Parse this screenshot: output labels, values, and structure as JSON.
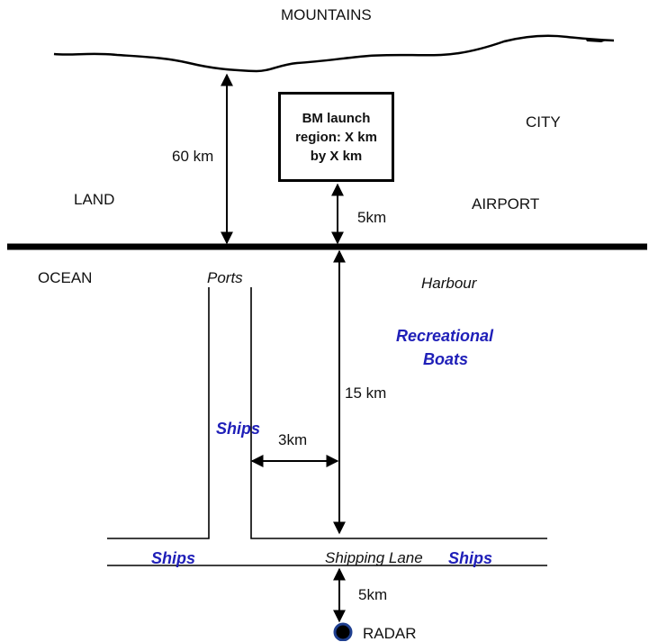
{
  "labels": {
    "mountains": "MOUNTAINS",
    "city": "CITY",
    "land": "LAND",
    "airport": "AIRPORT",
    "ocean": "OCEAN",
    "ports": "Ports",
    "harbour": "Harbour",
    "radar": "RADAR",
    "shipping_lane": "Shipping Lane"
  },
  "launch_box": {
    "line1": "BM launch",
    "line2": "region: X km",
    "line3": "by X km"
  },
  "distances": {
    "mountains_to_coast": "60 km",
    "box_to_coast": "5km",
    "coast_to_lane": "15 km",
    "port_to_center": "3km",
    "lane_to_radar": "5km"
  },
  "vessels": {
    "recreational_line1": "Recreational",
    "recreational_line2": "Boats",
    "ships_port": "Ships",
    "ships_lane_left": "Ships",
    "ships_lane_right": "Ships"
  },
  "colors": {
    "vessel_text": "#1f1fb8",
    "radar_ring": "#1f3f8f"
  }
}
